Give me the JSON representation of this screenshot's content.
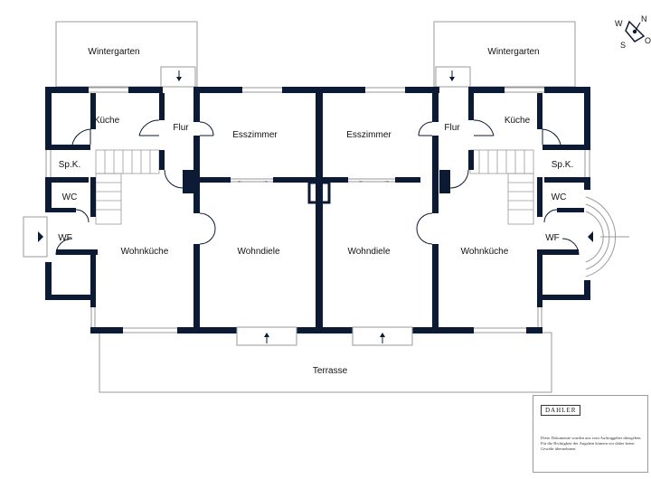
{
  "rooms": {
    "wintergarten_left": "Wintergarten",
    "wintergarten_right": "Wintergarten",
    "kueche_left": "Küche",
    "kueche_right": "Küche",
    "flur_left": "Flur",
    "flur_right": "Flur",
    "esszimmer_left": "Esszimmer",
    "esszimmer_right": "Esszimmer",
    "spk_left": "Sp.K.",
    "spk_right": "Sp.K.",
    "wc_left": "WC",
    "wc_right": "WC",
    "wf_left": "WF",
    "wf_right": "WF",
    "wohnkueche_left": "Wohnküche",
    "wohnkueche_right": "Wohnküche",
    "wohndiele_left": "Wohndiele",
    "wohndiele_right": "Wohndiele",
    "terrasse": "Terrasse"
  },
  "compass": {
    "north": "N",
    "west": "W",
    "south": "S",
    "east": "O"
  },
  "brand": "DAHLER",
  "disclaimer": "Diese Dokumente wurden uns vom Auftraggeber übergeben. Für die Richtigkeit der Angaben können wir daher keine Gewähr übernehmen.",
  "colors": {
    "wall": "#0c1a33",
    "line": "#9a9a9a"
  }
}
